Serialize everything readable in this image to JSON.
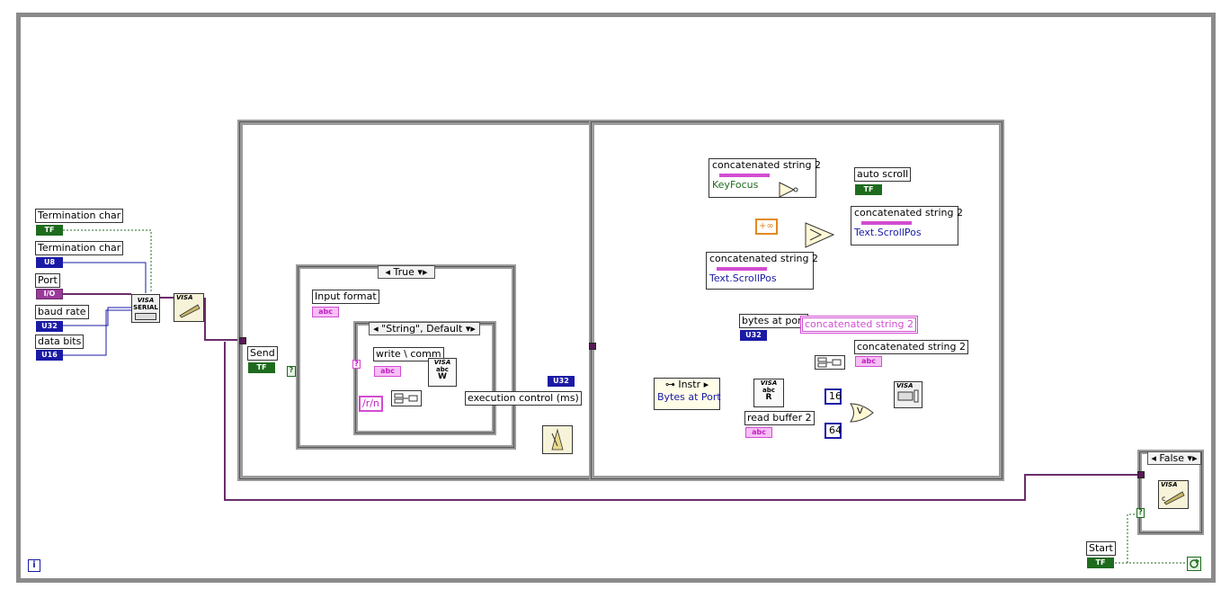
{
  "left_controls": {
    "termination_char_bool_label": "Termination char",
    "termination_char_bool_term": "TF",
    "termination_char_u8_label": "Termination char",
    "termination_char_u8_term": "U8",
    "port_label": "Port",
    "port_term": "I/O",
    "baud_rate_label": "baud rate",
    "baud_rate_term": "U32",
    "data_bits_label": "data bits",
    "data_bits_term": "U16"
  },
  "visa_serial_node": {
    "line1": "VISA",
    "line2": "SERIAL"
  },
  "visa_write_icon": "VISA",
  "send": {
    "label": "Send",
    "term": "TF",
    "q": "?"
  },
  "case_true": {
    "selector": "True"
  },
  "input_format": {
    "label": "Input format",
    "term": "abc"
  },
  "inner_case": {
    "selector": "\"String\", Default"
  },
  "write_comm": {
    "label": "write \\ comm",
    "term": "abc",
    "node_label": "VISA",
    "node_w": "W"
  },
  "const_rn": "/r/n",
  "execution_control": {
    "label": "execution control (ms)",
    "term": "U32"
  },
  "right_frame": {
    "prop1": {
      "label": "concatenated string 2",
      "property": "KeyFocus"
    },
    "auto_scroll": {
      "label": "auto scroll",
      "term": "TF"
    },
    "inf_const": "+∞",
    "prop2": {
      "label": "concatenated string 2",
      "property": "Text.ScrollPos"
    },
    "prop3": {
      "label": "concatenated string 2",
      "property": "Text.ScrollPos"
    },
    "bytes_at_port_label": "bytes at port",
    "bytes_at_port_term": "U32",
    "concat_highlight_label": "concatenated string 2",
    "concat_indicator_label": "concatenated string 2",
    "concat_indicator_term": "abc",
    "instr_class": "Instr",
    "instr_property": "Bytes at Port",
    "visa_read_node": {
      "line1": "VISA",
      "line2": "R"
    },
    "read_buffer_label": "read buffer 2",
    "read_buffer_term": "abc",
    "const_16": "16",
    "const_64": "64",
    "or_symbol": "V",
    "visa_flush_icon": "VISA"
  },
  "false_case": {
    "selector": "False",
    "visa_close": "VISA",
    "q": "?"
  },
  "start": {
    "label": "Start",
    "term": "TF"
  },
  "info_icon": "i",
  "colors": {
    "bool_wire": "#1e6b1e",
    "numeric_wire": "#1a1aa6",
    "visa_wire": "#6b2d6b",
    "string_wire": "#d24cd2",
    "frame_gray": "#9a9a9a"
  }
}
